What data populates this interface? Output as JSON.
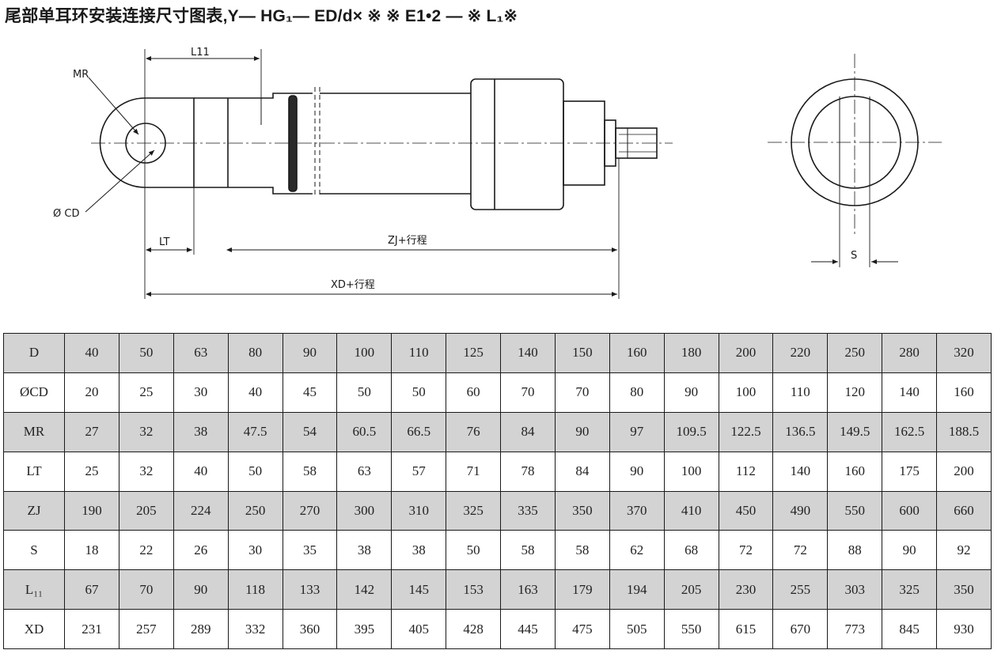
{
  "title": "尾部单耳环安装连接尺寸图表,Y— HG₁— ED/d× ※ ※ E1•2 — ※ L₁※",
  "drawing_labels": {
    "l11": "L11",
    "mr": "MR",
    "cd": "Ø CD",
    "lt": "LT",
    "zj": "ZJ+行程",
    "xd": "XD+行程",
    "s": "S"
  },
  "table": {
    "rows": [
      {
        "label": "D",
        "values": [
          "40",
          "50",
          "63",
          "80",
          "90",
          "100",
          "110",
          "125",
          "140",
          "150",
          "160",
          "180",
          "200",
          "220",
          "250",
          "280",
          "320"
        ]
      },
      {
        "label": "ØCD",
        "values": [
          "20",
          "25",
          "30",
          "40",
          "45",
          "50",
          "50",
          "60",
          "70",
          "70",
          "80",
          "90",
          "100",
          "110",
          "120",
          "140",
          "160"
        ]
      },
      {
        "label": "MR",
        "values": [
          "27",
          "32",
          "38",
          "47.5",
          "54",
          "60.5",
          "66.5",
          "76",
          "84",
          "90",
          "97",
          "109.5",
          "122.5",
          "136.5",
          "149.5",
          "162.5",
          "188.5"
        ]
      },
      {
        "label": "LT",
        "values": [
          "25",
          "32",
          "40",
          "50",
          "58",
          "63",
          "57",
          "71",
          "78",
          "84",
          "90",
          "100",
          "112",
          "140",
          "160",
          "175",
          "200"
        ]
      },
      {
        "label": "ZJ",
        "values": [
          "190",
          "205",
          "224",
          "250",
          "270",
          "300",
          "310",
          "325",
          "335",
          "350",
          "370",
          "410",
          "450",
          "490",
          "550",
          "600",
          "660"
        ]
      },
      {
        "label": "S",
        "values": [
          "18",
          "22",
          "26",
          "30",
          "35",
          "38",
          "38",
          "50",
          "58",
          "58",
          "62",
          "68",
          "72",
          "72",
          "88",
          "90",
          "92"
        ]
      },
      {
        "label": "L₁₁",
        "values": [
          "67",
          "70",
          "90",
          "118",
          "133",
          "142",
          "145",
          "153",
          "163",
          "179",
          "194",
          "205",
          "230",
          "255",
          "303",
          "325",
          "350"
        ]
      },
      {
        "label": "XD",
        "values": [
          "231",
          "257",
          "289",
          "332",
          "360",
          "395",
          "405",
          "428",
          "445",
          "475",
          "505",
          "550",
          "615",
          "670",
          "773",
          "845",
          "930"
        ]
      }
    ]
  }
}
